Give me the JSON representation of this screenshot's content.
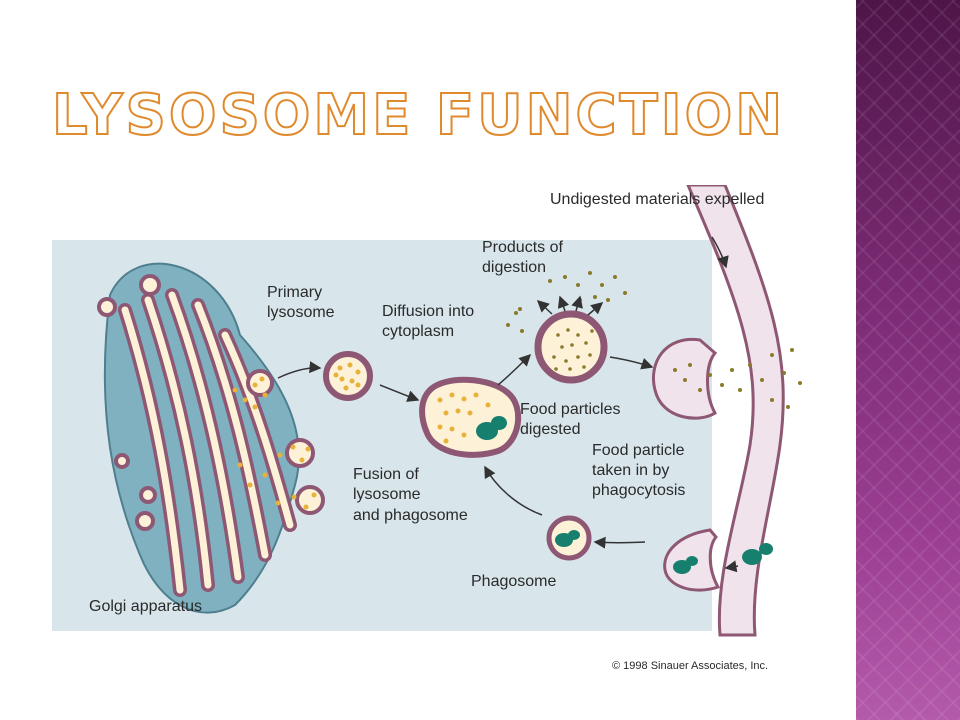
{
  "slide": {
    "title": "Lysosome Function",
    "colors": {
      "accent": "#e08a2e",
      "side_band": "#8b3584",
      "diagram_bg": "#d8e6ec",
      "golgi": "#7fb1c1",
      "membrane": "#8e5773",
      "lumen": "#fdf1d8",
      "particle": "#e8b23a",
      "food": "#177f6d",
      "product": "#8a7a2a"
    }
  },
  "diagram": {
    "labels": {
      "golgi": "Golgi apparatus",
      "primary_1": "Primary",
      "primary_2": "lysosome",
      "diffusion_1": "Diffusion into",
      "diffusion_2": "cytoplasm",
      "products_1": "Products of",
      "products_2": "digestion",
      "undigested": "Undigested materials expelled",
      "food_digested_1": "Food particles",
      "food_digested_2": "digested",
      "food_taken_1": "Food particle",
      "food_taken_2": "taken in by",
      "food_taken_3": "phagocytosis",
      "fusion_1": "Fusion of",
      "fusion_2": "lysosome",
      "fusion_3": "and phagosome",
      "phagosome": "Phagosome"
    },
    "copyright": "© 1998 Sinauer Associates, Inc."
  }
}
